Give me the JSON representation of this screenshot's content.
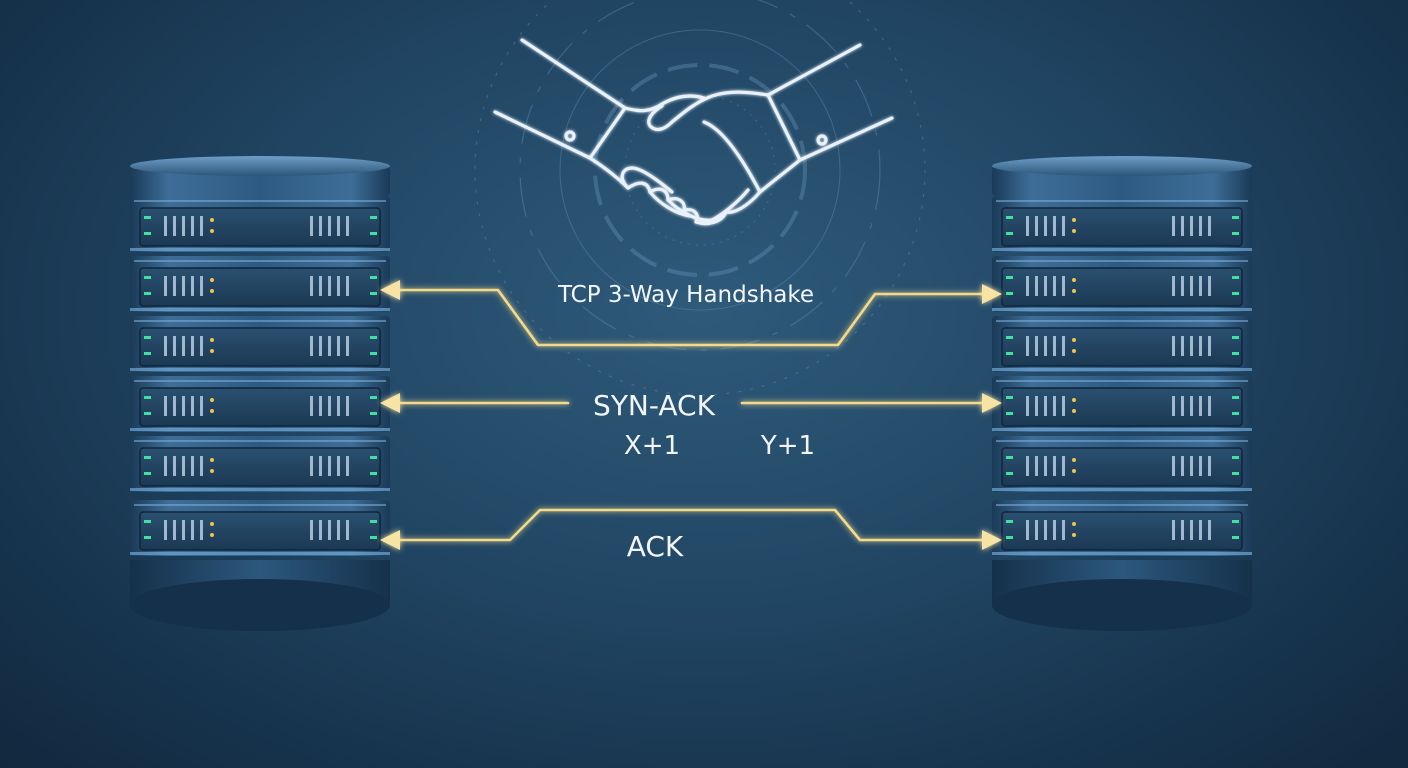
{
  "diagram": {
    "title": "TCP 3-Way Handshake",
    "messages": {
      "syn_ack": "SYN-ACK",
      "ack": "ACK"
    },
    "sequence_numbers": {
      "client": "X+1",
      "server": "Y+1"
    },
    "icons": {
      "top": "handshake-icon",
      "left": "server-stack-icon",
      "right": "server-stack-icon"
    },
    "colors": {
      "arrow": "#f3d98a",
      "arrow_glow": "#ffd76a",
      "led_green": "#3fe0a0",
      "led_amber": "#f3c24a",
      "server_body": "#244a6b",
      "server_highlight": "#5b8fbf",
      "handshake_line": "#e9f1fa"
    }
  }
}
